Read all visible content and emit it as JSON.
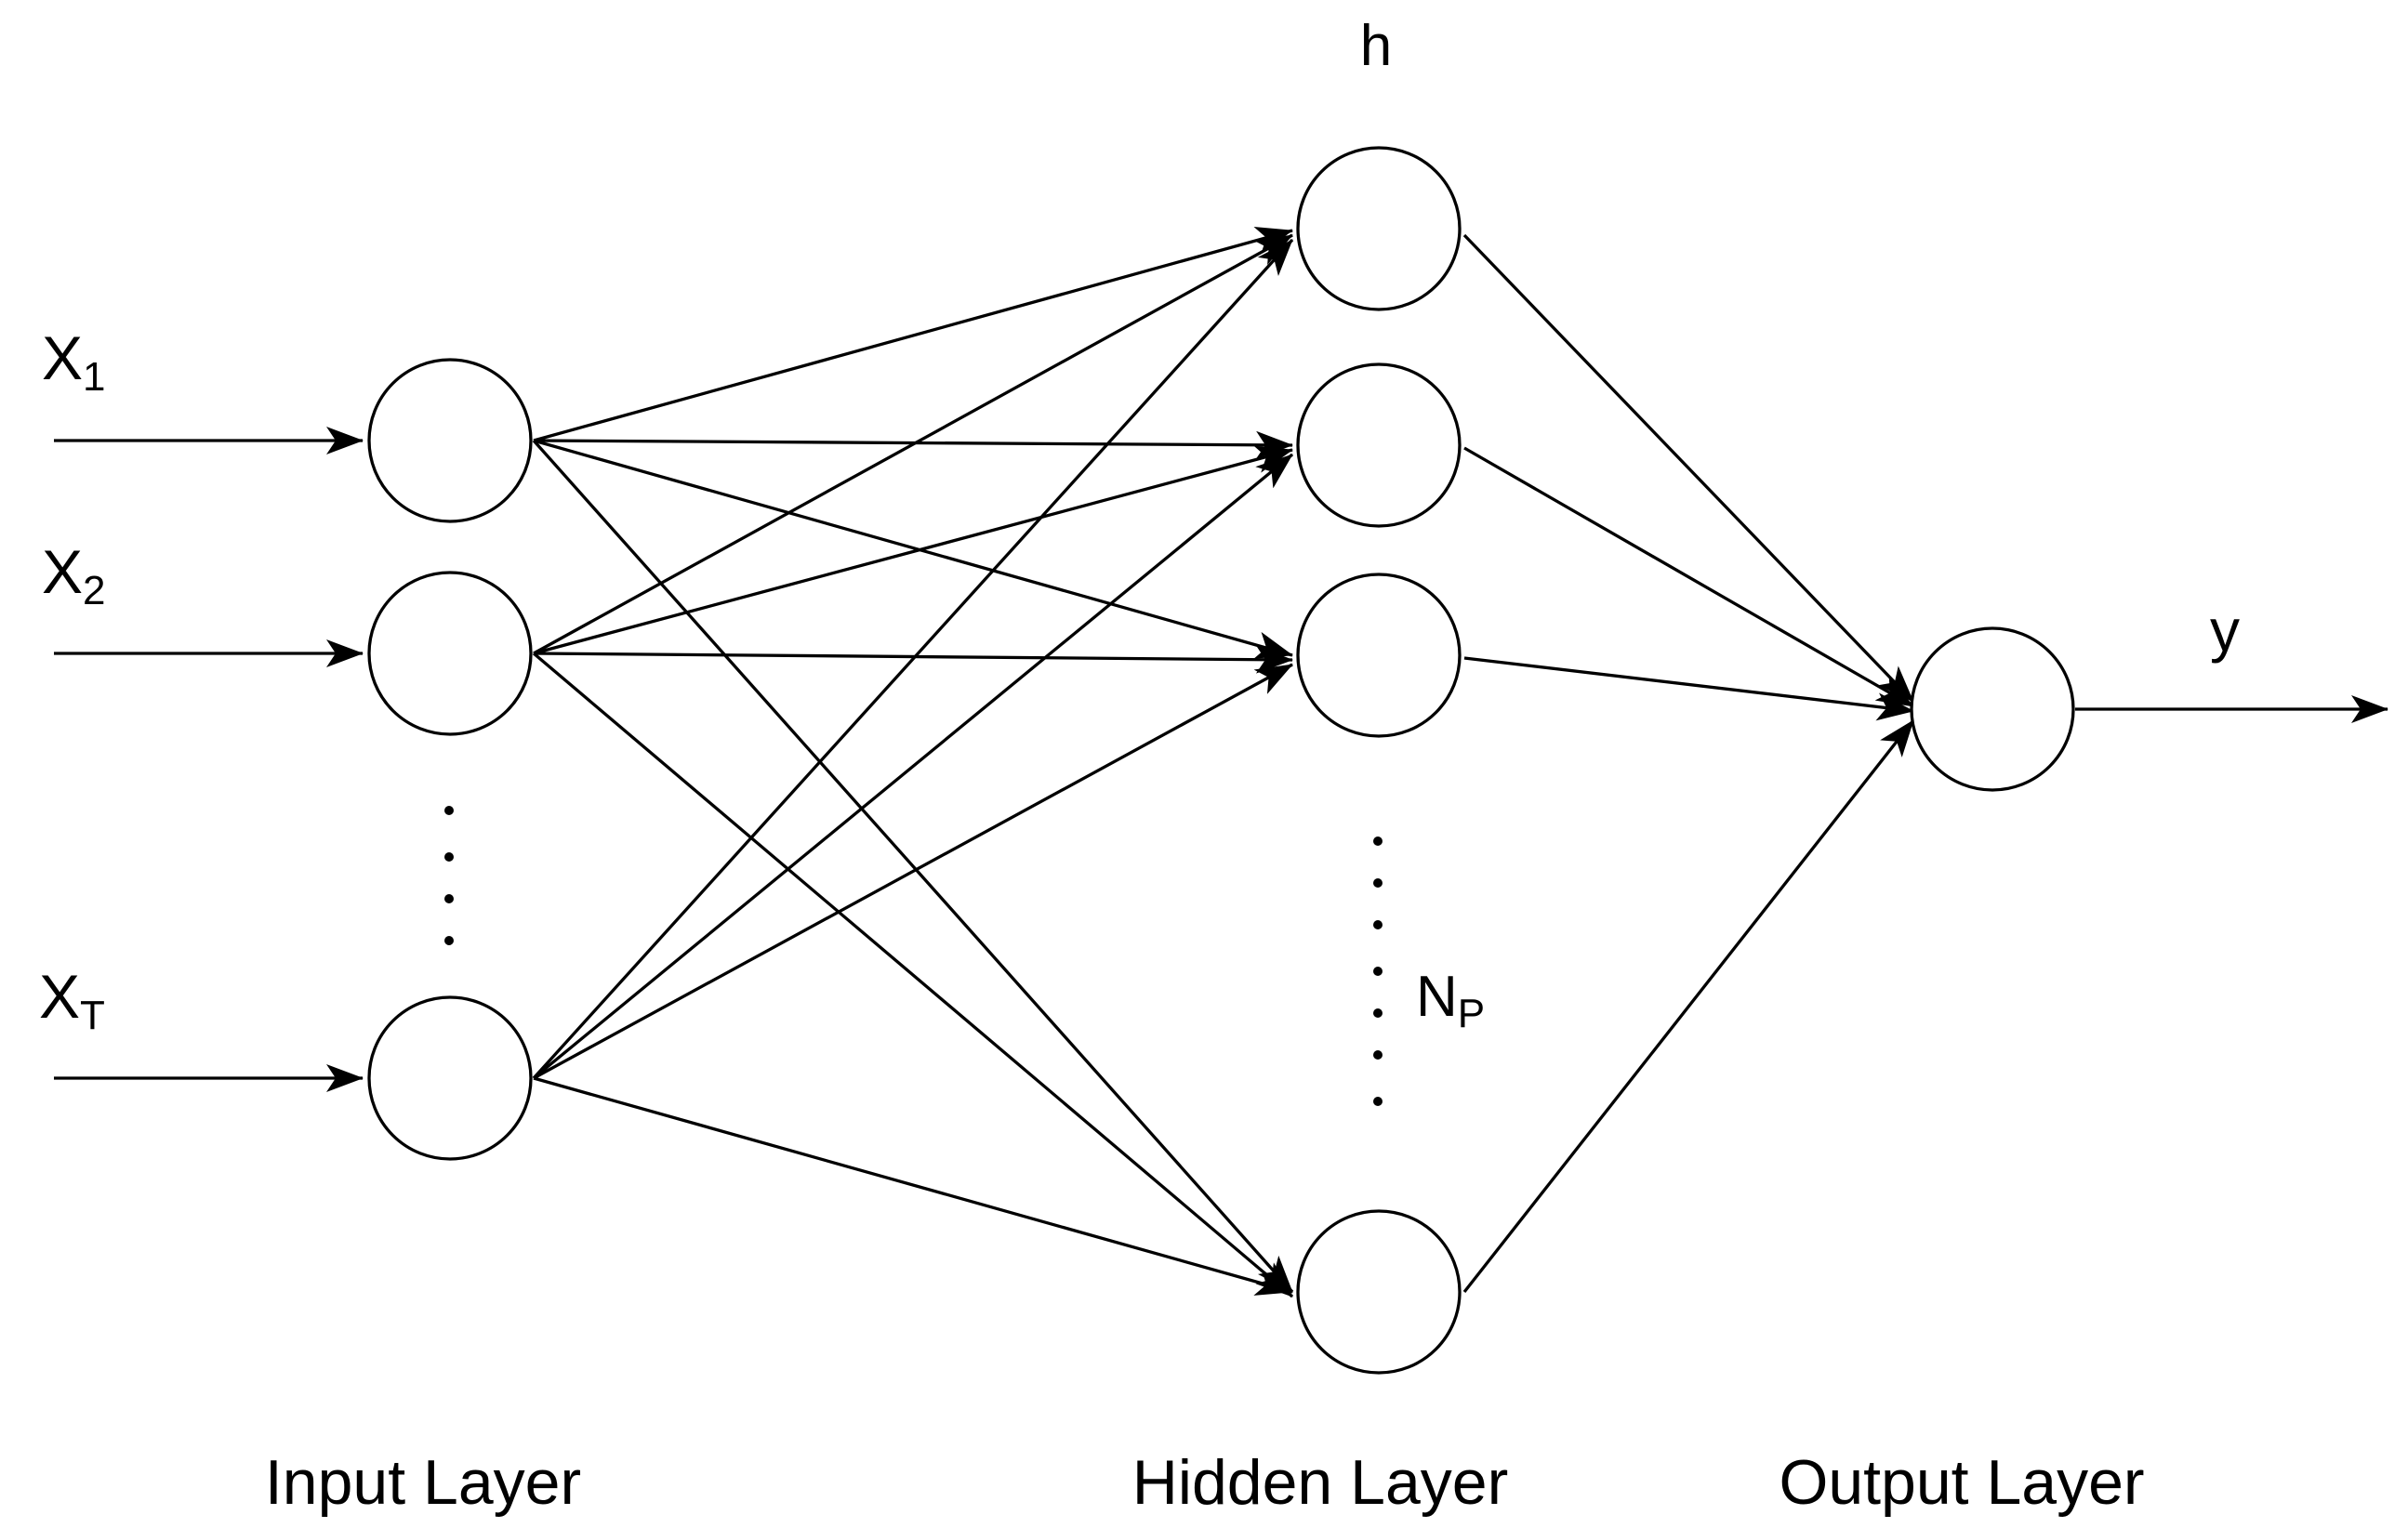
{
  "diagram": {
    "inputs": [
      {
        "label": "X",
        "sub": "1"
      },
      {
        "label": "X",
        "sub": "2"
      },
      {
        "label": "X",
        "sub": "T"
      }
    ],
    "hidden_top_label": "h",
    "hidden_count_label": {
      "label": "N",
      "sub": "P"
    },
    "output_label": "y",
    "layer_labels": {
      "input": "Input Layer",
      "hidden": "Hidden Layer",
      "output": "Output Layer"
    },
    "colors": {
      "stroke": "#000000",
      "background": "#ffffff"
    }
  }
}
